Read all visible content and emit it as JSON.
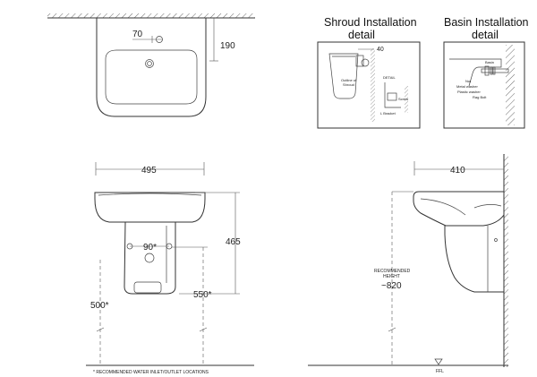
{
  "top_view": {
    "dim_70": "70",
    "dim_190": "190"
  },
  "shroud_detail": {
    "title_line1": "Shroud Installation",
    "title_line2": "detail",
    "dim_40": "40",
    "label_outline": "Outline of",
    "label_outline2": "Shroud",
    "label_detail": "DETAIL",
    "label_bracket": "L Bracket",
    "label_screw": "Screw"
  },
  "basin_detail": {
    "title_line1": "Basin Installation",
    "title_line2": "detail",
    "label_basin": "Basin",
    "label_nut": "Nut",
    "label_metal_washer": "Metal washer",
    "label_plastic_washer": "Plastic washer",
    "label_rag_bolt": "Rag Bolt"
  },
  "front_view": {
    "dim_width": "495",
    "dim_height": "465",
    "dim_inlet_spacing": "90*",
    "dim_inlet_height": "500*",
    "dim_outlet_height": "550*",
    "footnote": "* RECOMMENDED WATER INLET/OUTLET LOCATIONS"
  },
  "side_view": {
    "dim_depth": "410",
    "rec_label_line1": "RECOMMENDED",
    "rec_label_line2": "HEIGHT",
    "rec_value": "~820",
    "ffl_label": "FFL"
  }
}
